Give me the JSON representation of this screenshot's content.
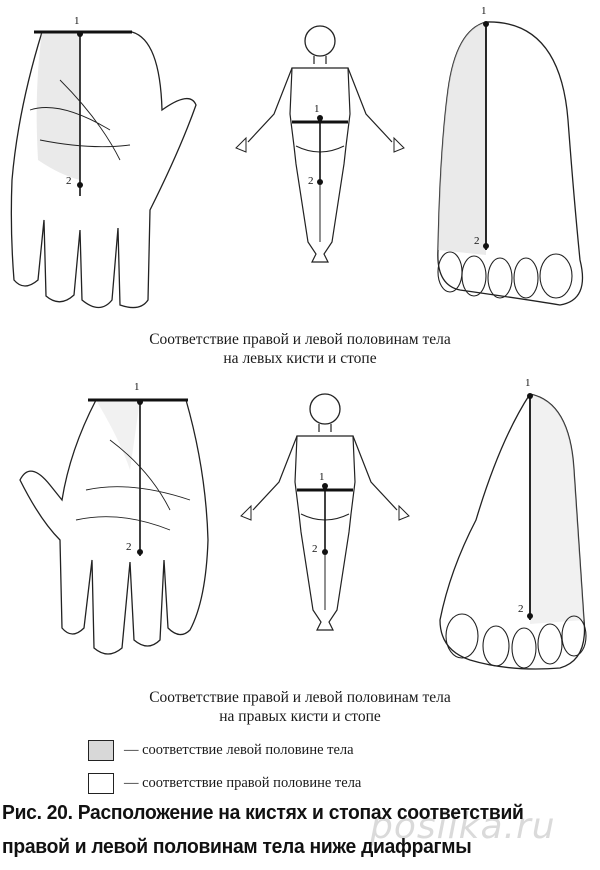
{
  "captions": {
    "top_line1": "Соответствие правой и левой половинам тела",
    "top_line2": "на левых кисти и стопе",
    "bottom_line1": "Соответствие правой и левой половинам тела",
    "bottom_line2": "на правых кисти и стопе"
  },
  "markers": {
    "point1": "1",
    "point2": "2"
  },
  "legend": {
    "items": [
      {
        "label": "— соответствие левой половине тела",
        "swatch_color": "#d8d8d8"
      },
      {
        "label": "— соответствие правой половине тела",
        "swatch_color": "#ffffff"
      }
    ]
  },
  "figure_title": {
    "line1": "Рис. 20. Расположение на кистях и стопах соответствий",
    "line2": "правой и левой половинам тела ниже диафрагмы"
  },
  "watermark": "posilka.ru"
}
